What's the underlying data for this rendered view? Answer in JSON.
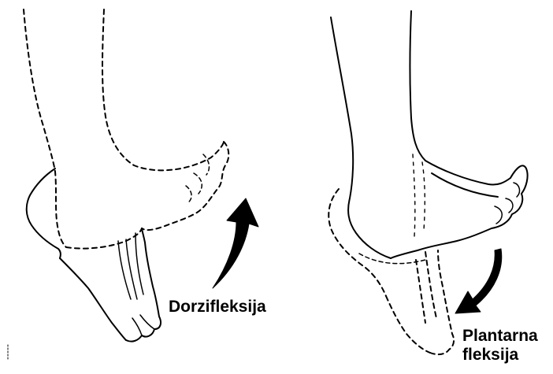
{
  "labels": {
    "dorsiflexion": "Dorzifleksija",
    "plantar_line1": "Plantarna",
    "plantar_line2": "fleksija"
  },
  "colors": {
    "ink": "#000000",
    "background": "#ffffff"
  }
}
